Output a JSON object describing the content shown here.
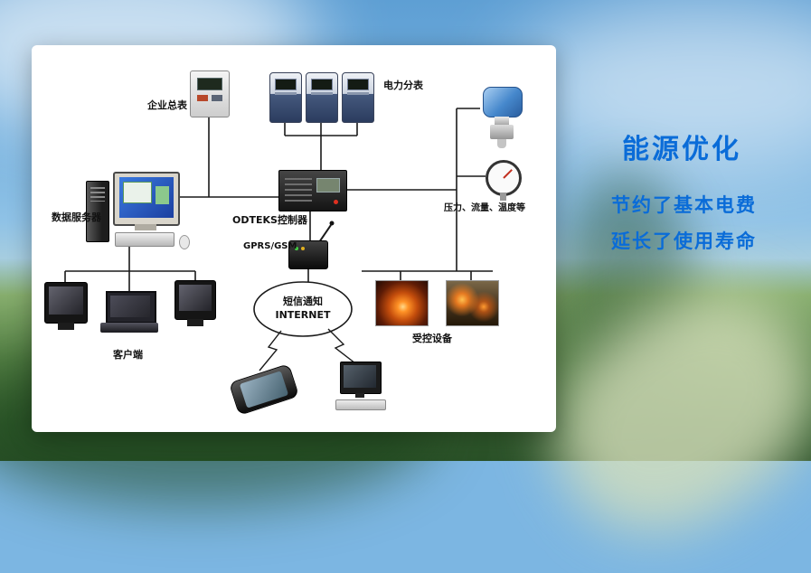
{
  "headline": {
    "title": "能源优化",
    "benefit1": "节约了基本电费",
    "benefit2": "延长了使用寿命",
    "accent_color": "#0a6cd8"
  },
  "diagram": {
    "labels": {
      "enterprise_meter": "企业总表",
      "power_submeters": "电力分表",
      "sensors": "压力、流量、温度等",
      "controller": "ODTEKS控制器",
      "gprs": "GPRS/GSM",
      "cloud_line1": "短信通知",
      "cloud_line2": "INTERNET",
      "data_server": "数据服务器",
      "clients": "客户端",
      "controlled_devices": "受控设备"
    }
  }
}
